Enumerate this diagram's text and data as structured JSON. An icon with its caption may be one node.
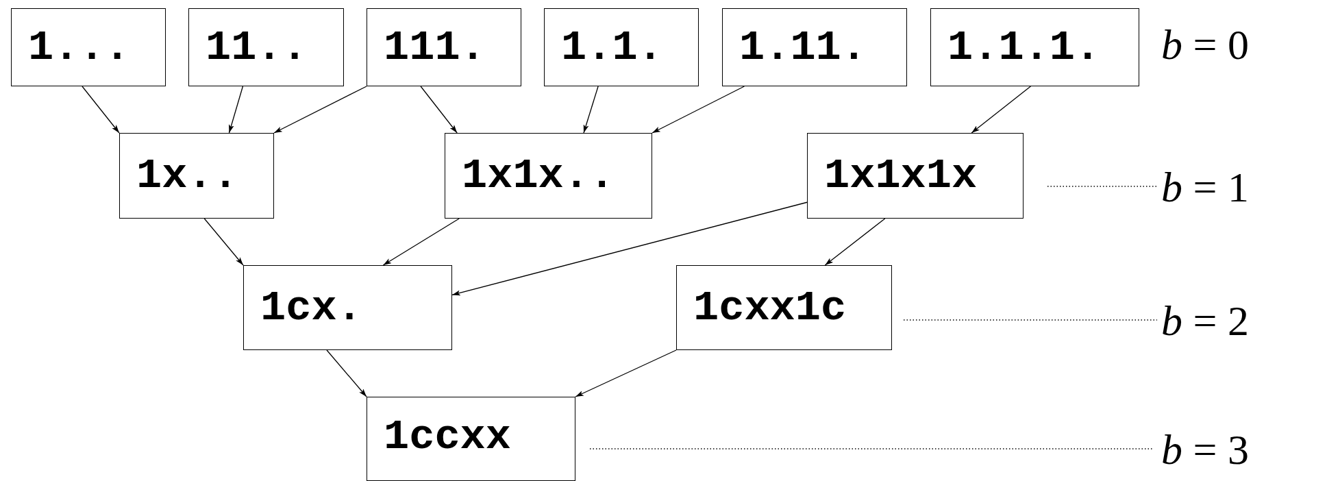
{
  "diagram": {
    "nodes": [
      {
        "text": [
          "1..."
        ]
      },
      {
        "text": [
          "11.."
        ]
      },
      {
        "text": [
          "111."
        ]
      },
      {
        "text": [
          "1.1."
        ]
      },
      {
        "text": [
          "1.11."
        ]
      },
      {
        "text": [
          "1.1.1."
        ]
      },
      {
        "text": [
          "1x.."
        ]
      },
      {
        "text": [
          "1x1x.."
        ]
      },
      {
        "text": [
          "1x1x1x"
        ]
      },
      {
        "text": [
          "1cx."
        ]
      },
      {
        "text": [
          "1cxx1c"
        ]
      },
      {
        "text": [
          "1ccxx"
        ]
      }
    ],
    "edges": [
      {
        "from": 0,
        "to": 6,
        "arrow": "to"
      },
      {
        "from": 1,
        "to": 6,
        "arrow": "to"
      },
      {
        "from": 2,
        "to": 6,
        "arrow": "to"
      },
      {
        "from": 2,
        "to": 7,
        "arrow": "to"
      },
      {
        "from": 3,
        "to": 7,
        "arrow": "to"
      },
      {
        "from": 4,
        "to": 7,
        "arrow": "to"
      },
      {
        "from": 5,
        "to": 8,
        "arrow": "to"
      },
      {
        "from": 6,
        "to": 9,
        "arrow": "to"
      },
      {
        "from": 7,
        "to": 9,
        "arrow": "to"
      },
      {
        "from": 8,
        "to": 9,
        "arrow": "to"
      },
      {
        "from": 8,
        "to": 10,
        "arrow": "to"
      },
      {
        "from": 9,
        "to": 11,
        "arrow": "to"
      },
      {
        "from": 10,
        "to": 11,
        "arrow": "to"
      }
    ],
    "labels": [
      "*b* = 0",
      "*b* = 1",
      "*b* = 2",
      "*b* = 3"
    ]
  }
}
